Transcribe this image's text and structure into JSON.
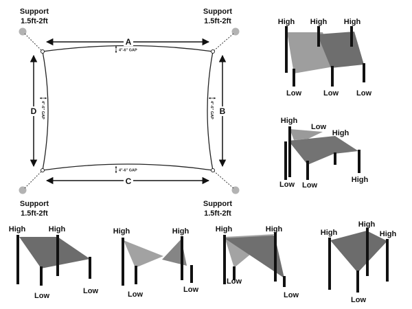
{
  "main_diagram": {
    "corners": {
      "top_left": {
        "title": "Support",
        "size": "1.5ft-2ft"
      },
      "top_right": {
        "title": "Support",
        "size": "1.5ft-2ft"
      },
      "bottom_left": {
        "title": "Support",
        "size": "1.5ft-2ft"
      },
      "bottom_right": {
        "title": "Support",
        "size": "1.5ft-2ft"
      }
    },
    "sides": {
      "top": "A",
      "right": "B",
      "bottom": "C",
      "left": "D"
    },
    "gap_label": "4\"-6\" GAP"
  },
  "configurations": {
    "config_1": {
      "high": [
        "High",
        "High",
        "High"
      ],
      "low": [
        "Low",
        "Low",
        "Low"
      ]
    },
    "config_2": {
      "high": [
        "High",
        "High",
        "High"
      ],
      "low": [
        "Low",
        "Low",
        "Low"
      ]
    },
    "config_3": {
      "high": [
        "High",
        "High"
      ],
      "low": [
        "Low",
        "Low"
      ]
    },
    "config_4": {
      "high": [
        "High",
        "High"
      ],
      "low": [
        "Low",
        "Low"
      ]
    },
    "config_5": {
      "high": [
        "High",
        "High"
      ],
      "low": [
        "Low",
        "Low"
      ]
    },
    "config_6": {
      "high": [
        "High",
        "High",
        "High"
      ],
      "low": [
        "Low"
      ]
    }
  },
  "colors": {
    "dark_sail": "#6d6d6d",
    "mid_sail": "#808080",
    "light_sail": "#a3a3a3",
    "post": "#111111",
    "support_dot": "#b3b3b3"
  }
}
